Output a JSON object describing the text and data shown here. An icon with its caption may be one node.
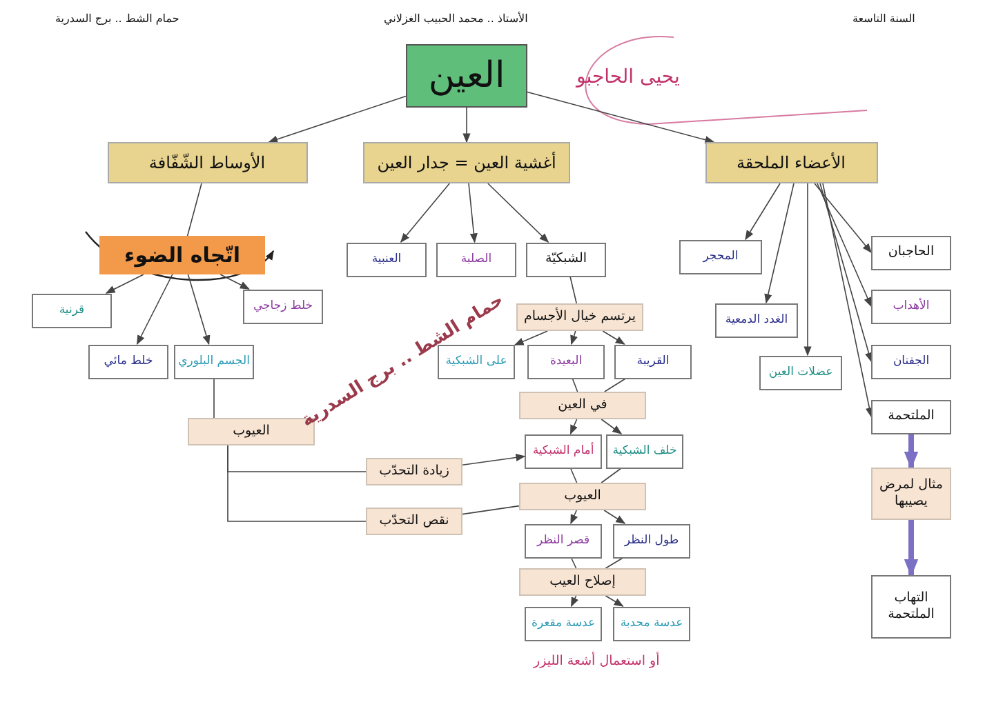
{
  "diagram": {
    "nodes": [
      {
        "text": [
          "العين"
        ]
      },
      {
        "text": [
          "الأوساط الشّفّافة"
        ]
      },
      {
        "text": [
          "أغشية العين = جدار العين"
        ]
      },
      {
        "text": [
          "الأعضاء الملحقة"
        ]
      },
      {
        "text": [
          "اتّجاه الضوء"
        ]
      },
      {
        "text": [
          "قرنية"
        ]
      },
      {
        "text": [
          "خلط مائي"
        ]
      },
      {
        "text": [
          "الجسم البلوري"
        ]
      },
      {
        "text": [
          "خلط زجاجي"
        ]
      },
      {
        "text": [
          "العنبية"
        ]
      },
      {
        "text": [
          "الصلبة"
        ]
      },
      {
        "text": [
          "الشبكيّة"
        ]
      },
      {
        "text": [
          "المحجر"
        ]
      },
      {
        "text": [
          "الغدد الدمعية"
        ]
      },
      {
        "text": [
          "عضلات العين"
        ]
      },
      {
        "text": [
          "الحاجبان"
        ]
      },
      {
        "text": [
          "الأهداب"
        ]
      },
      {
        "text": [
          "الجفنان"
        ]
      },
      {
        "text": [
          "الملتحمة"
        ]
      },
      {
        "text": [
          "يرتسم خيال الأجسام"
        ]
      },
      {
        "text": [
          "على الشبكية"
        ]
      },
      {
        "text": [
          "البعيدة"
        ]
      },
      {
        "text": [
          "القريبة"
        ]
      },
      {
        "text": [
          "العيوب"
        ]
      },
      {
        "text": [
          "في العين"
        ]
      },
      {
        "text": [
          "زيادة التحدّب"
        ]
      },
      {
        "text": [
          "أمام الشبكية"
        ]
      },
      {
        "text": [
          "خلف الشبكية"
        ]
      },
      {
        "text": [
          "نقص التحدّب"
        ]
      },
      {
        "text": [
          "العيوب"
        ]
      },
      {
        "text": [
          "مثال لمرض يصيبها"
        ]
      },
      {
        "text": [
          "قصر النظر"
        ]
      },
      {
        "text": [
          "طول النظر"
        ]
      },
      {
        "text": [
          "إصلاح العيب"
        ]
      },
      {
        "text": [
          "عدسة مقعرة"
        ]
      },
      {
        "text": [
          "عدسة محدبة"
        ]
      },
      {
        "text": [
          "التهاب الملتحمة"
        ]
      }
    ],
    "edges": [
      {
        "from": 0,
        "to": 1,
        "arrow": "to"
      },
      {
        "from": 0,
        "to": 2,
        "arrow": "to"
      },
      {
        "from": 0,
        "to": 3,
        "arrow": "to"
      },
      {
        "from": 1,
        "to": 4,
        "arrow": "none"
      },
      {
        "from": 4,
        "to": 5,
        "arrow": "to"
      },
      {
        "from": 4,
        "to": 6,
        "arrow": "to"
      },
      {
        "from": 4,
        "to": 7,
        "arrow": "to"
      },
      {
        "from": 4,
        "to": 8,
        "arrow": "to"
      },
      {
        "from": 2,
        "to": 9,
        "arrow": "to"
      },
      {
        "from": 2,
        "to": 10,
        "arrow": "to"
      },
      {
        "from": 2,
        "to": 11,
        "arrow": "to"
      },
      {
        "from": 3,
        "to": 12,
        "arrow": "to"
      },
      {
        "from": 3,
        "to": 13,
        "arrow": "to"
      },
      {
        "from": 3,
        "to": 14,
        "arrow": "to"
      },
      {
        "from": 3,
        "to": 15,
        "arrow": "to"
      },
      {
        "from": 3,
        "to": 16,
        "arrow": "to"
      },
      {
        "from": 3,
        "to": 17,
        "arrow": "to"
      },
      {
        "from": 3,
        "to": 18,
        "arrow": "to"
      },
      {
        "from": 11,
        "to": 19,
        "arrow": "none"
      },
      {
        "from": 19,
        "to": 20,
        "arrow": "to"
      },
      {
        "from": 19,
        "to": 21,
        "arrow": "to"
      },
      {
        "from": 19,
        "to": 22,
        "arrow": "to"
      },
      {
        "from": 7,
        "to": 23,
        "arrow": "none"
      },
      {
        "from": 21,
        "to": 24,
        "arrow": "none"
      },
      {
        "from": 22,
        "to": 24,
        "arrow": "none"
      },
      {
        "from": 24,
        "to": 26,
        "arrow": "to"
      },
      {
        "from": 24,
        "to": 27,
        "arrow": "to"
      },
      {
        "from": 23,
        "to": 25,
        "arrow": "none"
      },
      {
        "from": 23,
        "to": 28,
        "arrow": "none"
      },
      {
        "from": 25,
        "to": 26,
        "arrow": "to"
      },
      {
        "from": 28,
        "to": 29,
        "arrow": "none"
      },
      {
        "from": 26,
        "to": 29,
        "arrow": "none"
      },
      {
        "from": 27,
        "to": 29,
        "arrow": "none"
      },
      {
        "from": 29,
        "to": 31,
        "arrow": "to"
      },
      {
        "from": 29,
        "to": 32,
        "arrow": "to"
      },
      {
        "from": 31,
        "to": 33,
        "arrow": "none"
      },
      {
        "from": 32,
        "to": 33,
        "arrow": "none"
      },
      {
        "from": 33,
        "to": 34,
        "arrow": "to"
      },
      {
        "from": 33,
        "to": 35,
        "arrow": "to"
      },
      {
        "from": 18,
        "to": 30,
        "arrow": "to",
        "style": "thick",
        "color": "#7b70c4"
      },
      {
        "from": 30,
        "to": 36,
        "arrow": "to",
        "style": "thick",
        "color": "#7b70c4"
      }
    ],
    "labels": [
      "السنة التاسعة",
      "الأستاذ .. محمد الحبيب الغزلاني",
      "حمام الشط .. برج السدرية",
      "يحيى الحاجبو",
      "حمام الشط .. برج السدرية",
      "أو استعمال أشعة الليزر"
    ]
  }
}
